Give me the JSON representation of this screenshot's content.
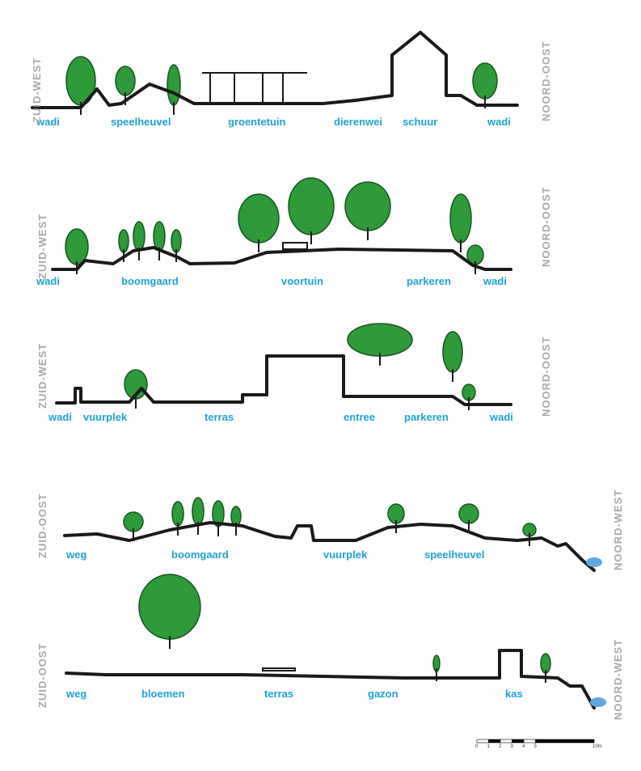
{
  "sections": [
    {
      "left": "ZUID-WEST",
      "right": "NOORD-OOST",
      "labels": [
        "wadi",
        "speelheuvel",
        "groentetuin",
        "dierenwei",
        "schuur",
        "wadi"
      ]
    },
    {
      "left": "ZUID-WEST",
      "right": "NOORD-OOST",
      "labels": [
        "wadi",
        "boomgaard",
        "voortuin",
        "parkeren",
        "wadi"
      ]
    },
    {
      "left": "ZUID-WEST",
      "right": "NOORD-OOST",
      "labels": [
        "wadi",
        "vuurplek",
        "terras",
        "entree",
        "parkeren",
        "wadi"
      ]
    },
    {
      "left": "ZUID-OOST",
      "right": "NOORD-WEST",
      "labels": [
        "weg",
        "boomgaard",
        "vuurplek",
        "speelheuvel"
      ]
    },
    {
      "left": "ZUID-OOST",
      "right": "NOORD-WEST",
      "labels": [
        "weg",
        "bloemen",
        "terras",
        "gazon",
        "kas"
      ]
    }
  ],
  "scale_bar": {
    "ticks": [
      "0",
      "1",
      "2",
      "3",
      "4",
      "5",
      "10m"
    ]
  },
  "colors": {
    "label": "#1ea3d6",
    "side": "#a9a9a9",
    "ground": "#1a1a1a",
    "tree": "#2e9a3a"
  }
}
